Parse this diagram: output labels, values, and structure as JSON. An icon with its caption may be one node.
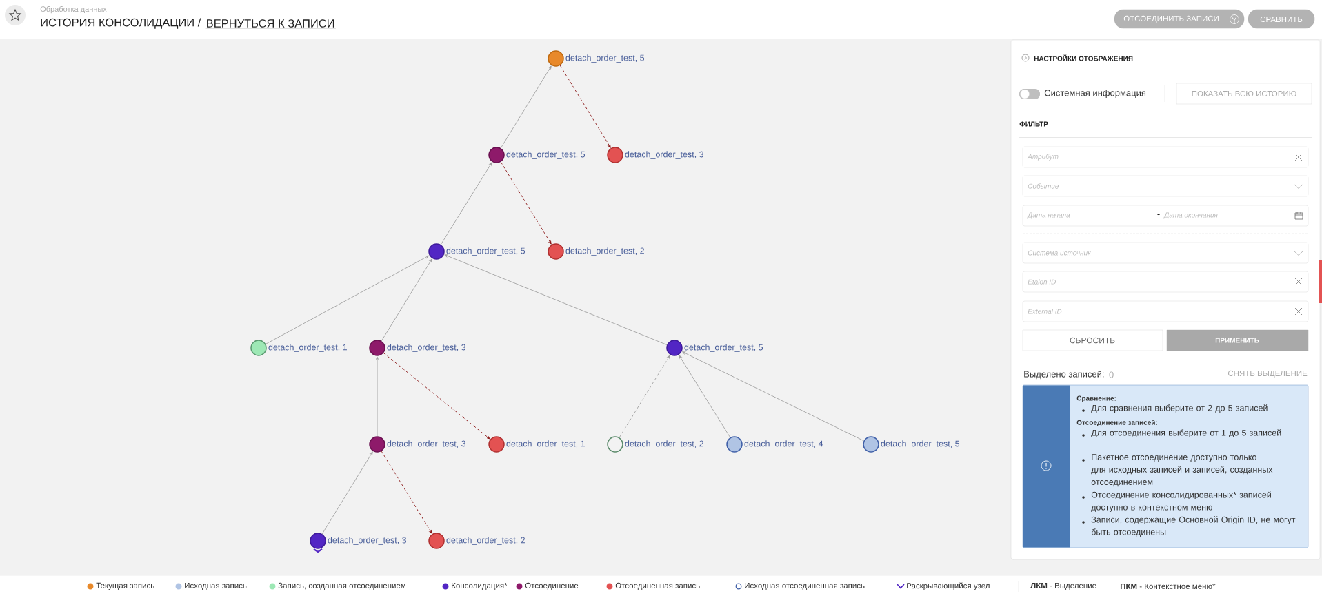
{
  "diagram": {
    "nodes": [
      {
        "text": [
          "detach_order_test, 5"
        ]
      },
      {
        "text": [
          "detach_order_test, 5"
        ]
      },
      {
        "text": [
          "detach_order_test, 3"
        ]
      },
      {
        "text": [
          "detach_order_test, 5"
        ]
      },
      {
        "text": [
          "detach_order_test, 2"
        ]
      },
      {
        "text": [
          "detach_order_test, 1"
        ]
      },
      {
        "text": [
          "detach_order_test, 3"
        ]
      },
      {
        "text": [
          "detach_order_test, 5"
        ]
      },
      {
        "text": [
          "detach_order_test, 3"
        ]
      },
      {
        "text": [
          "detach_order_test, 1"
        ]
      },
      {
        "text": [
          "detach_order_test, 2"
        ]
      },
      {
        "text": [
          "detach_order_test, 4"
        ]
      },
      {
        "text": [
          "detach_order_test, 5"
        ]
      },
      {
        "text": [
          "detach_order_test, 3"
        ]
      },
      {
        "text": [
          "detach_order_test, 2"
        ]
      }
    ],
    "edges": [
      {
        "from": 1,
        "to": 0,
        "arrow": "to"
      },
      {
        "from": 0,
        "to": 2,
        "arrow": "to",
        "style": "dashed",
        "color": "#8b1a1a"
      },
      {
        "from": 3,
        "to": 1,
        "arrow": "to"
      },
      {
        "from": 1,
        "to": 4,
        "arrow": "to",
        "style": "dashed",
        "color": "#8b1a1a"
      },
      {
        "from": 5,
        "to": 3,
        "arrow": "to"
      },
      {
        "from": 6,
        "to": 3,
        "arrow": "to"
      },
      {
        "from": 7,
        "to": 3,
        "arrow": "to"
      },
      {
        "from": 6,
        "to": 9,
        "arrow": "to",
        "style": "dashed",
        "color": "#8b1a1a"
      },
      {
        "from": 8,
        "to": 6,
        "arrow": "to"
      },
      {
        "from": 10,
        "to": 7,
        "arrow": "to",
        "style": "dashed"
      },
      {
        "from": 11,
        "to": 7,
        "arrow": "to"
      },
      {
        "from": 12,
        "to": 7,
        "arrow": "to"
      },
      {
        "from": 13,
        "to": 8,
        "arrow": "to"
      },
      {
        "from": 8,
        "to": 14,
        "arrow": "to",
        "style": "dashed",
        "color": "#8b1a1a"
      }
    ],
    "labels": [
      "Обработка данных",
      "ИСТОРИЯ КОНСОЛИДАЦИИ /",
      "ВЕРНУТЬСЯ К ЗАПИСИ",
      "ОТСОЕДИНИТЬ ЗАПИСИ",
      "СРАВНИТЬ",
      "НАСТРОЙКИ ОТОБРАЖЕНИЯ",
      "Системная информация",
      "ПОКАЗАТЬ ВСЮ ИСТОРИЮ",
      "ФИЛЬТР",
      "Атрибут",
      "Событие",
      "Дата начала",
      "-",
      "Дата окончания",
      "Система источник",
      "Etalon ID",
      "External ID",
      "СБРОСИТЬ",
      "ПРИМЕНИТЬ",
      "Выделено записей:",
      "0",
      "СНЯТЬ ВЫДЕЛЕНИЕ",
      "Сравнение:",
      "Для сравнения выберите от 2 до 5 записей",
      "Отсоединение записей:",
      "Для отсоединения выберите от 1 до 5 записей",
      "Пакетное отсоединение доступно только для исходных записей и записей, созданных отсоединением",
      "Отсоединение консолидированных* записей доступно в контекстном меню",
      "Записи, содержащие Основной Origin ID, не могут быть отсоединены",
      "**ЛКМ** - Выделение",
      "**ПКМ** - Контекстное меню*"
    ],
    "legend": [
      {
        "text": "Текущая запись",
        "color": "#e8892a"
      },
      {
        "text": "Исходная запись",
        "color": "#b0c4e4"
      },
      {
        "text": "Запись, созданная отсоединением",
        "color": "#9de8b5"
      },
      {
        "text": "Консолидация*",
        "color": "#5226c4"
      },
      {
        "text": "Отсоединение",
        "color": "#8e1a6a"
      },
      {
        "text": "Отсоединенная запись",
        "color": "#e35252"
      },
      {
        "text": "Исходная отсоединенная запись"
      },
      {
        "text": "Раскрывающийся узел"
      }
    ]
  }
}
